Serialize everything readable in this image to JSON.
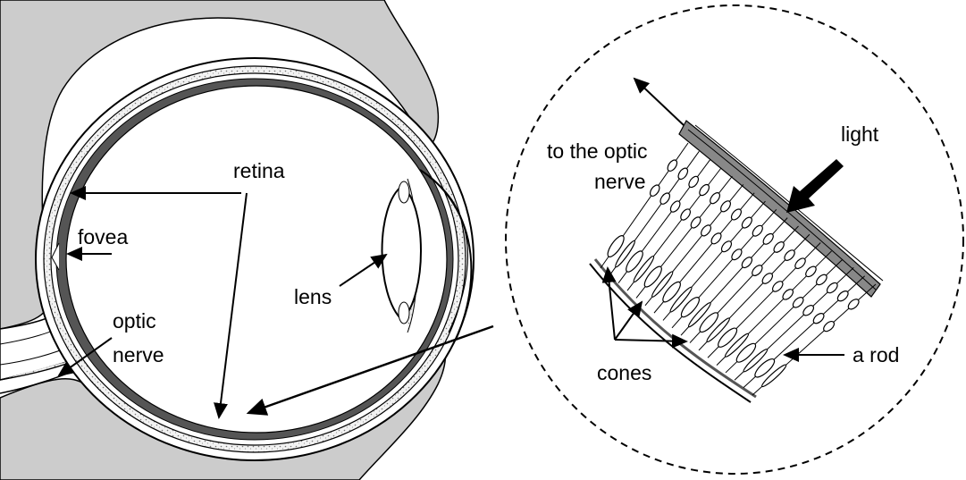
{
  "labels": {
    "retina": "retina",
    "fovea": "fovea",
    "lens": "lens",
    "optic_nerve_line1": "optic",
    "optic_nerve_line2": "nerve",
    "to_optic_line1": "to the optic",
    "to_optic_line2": "nerve",
    "light": "light",
    "cones": "cones",
    "a_rod": "a rod"
  },
  "colors": {
    "background_tissue": "#cccccc",
    "outline": "#000000",
    "retina_band": "#555555",
    "sclera_speckle": "#e6e6e6"
  }
}
